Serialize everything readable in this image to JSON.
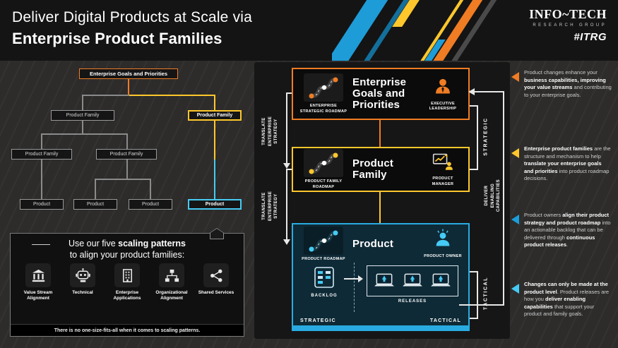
{
  "header": {
    "title_line1": "Deliver Digital Products at Scale via",
    "title_line2": "Enterprise Product Families",
    "logo_name": "INFO~TECH",
    "logo_sub": "RESEARCH GROUP",
    "logo_tag": "#ITRG"
  },
  "colors": {
    "orange": "#F07C23",
    "yellow": "#FFC72C",
    "blue": "#1B9DD9",
    "cyan": "#45CBF5"
  },
  "tree": {
    "root": "Enterprise Goals and Priorities",
    "family_left": "Product Family",
    "family_right": "Product Family",
    "family_child1": "Product Family",
    "family_child2": "Product Family",
    "product1": "Product",
    "product2": "Product",
    "product3": "Product",
    "product_highlight": "Product"
  },
  "patterns": {
    "title_pre": "Use our five ",
    "title_bold": "scaling patterns",
    "title_line2": "to align your product families:",
    "items": [
      {
        "label": "Value Stream Alignment",
        "icon": "bank-icon"
      },
      {
        "label": "Technical",
        "icon": "robot-icon"
      },
      {
        "label": "Enterprise Applications",
        "icon": "building-icon"
      },
      {
        "label": "Organizational Alignment",
        "icon": "orgchart-icon"
      },
      {
        "label": "Shared Services",
        "icon": "share-icon"
      }
    ],
    "footer": "There is no one-size-fits-all when it comes to scaling patterns."
  },
  "flow": {
    "translate": "TRANSLATE ENTERPRISE STRATEGY",
    "deliver": "DELIVER ENABLING CAPABILITIES",
    "strategic_side": "STRATEGIC",
    "tactical_side": "TACTICAL",
    "strategic_bottom": "STRATEGIC",
    "tactical_bottom": "TACTICAL",
    "backlog": "BACKLOG",
    "releases": "RELEASES",
    "rows": [
      {
        "roadmap": "ENTERPRISE STRATEGIC ROADMAP",
        "title": "Enterprise Goals and Priorities",
        "role": "EXECUTIVE LEADERSHIP"
      },
      {
        "roadmap": "PRODUCT FAMILY ROADMAP",
        "title": "Product Family",
        "role": "PRODUCT MANAGER"
      },
      {
        "roadmap": "PRODUCT ROADMAP",
        "title": "Product",
        "role": "PRODUCT OWNER"
      }
    ]
  },
  "callouts": [
    {
      "segments": [
        {
          "t": "Product changes enhance your "
        },
        {
          "t": "business capabilities, improving your value streams"
        },
        {
          "t": " and contributing to your enterprise goals."
        }
      ]
    },
    {
      "segments": [
        {
          "t": "Enterprise product families"
        },
        {
          "t": " are the structure and mechanism to help "
        },
        {
          "t": "translate your enterprise goals and priorities"
        },
        {
          "t": " into product roadmap decisions."
        }
      ]
    },
    {
      "segments": [
        {
          "t": "Product owners "
        },
        {
          "t": "align their product strategy and product roadmap"
        },
        {
          "t": " into an actionable backlog that can be delivered through "
        },
        {
          "t": "continuous product releases"
        },
        {
          "t": "."
        }
      ]
    },
    {
      "segments": [
        {
          "t": "Changes can only be made at the product level"
        },
        {
          "t": ". Product releases are how you "
        },
        {
          "t": "deliver enabling capabilities"
        },
        {
          "t": " that support your product and family goals."
        }
      ]
    }
  ]
}
